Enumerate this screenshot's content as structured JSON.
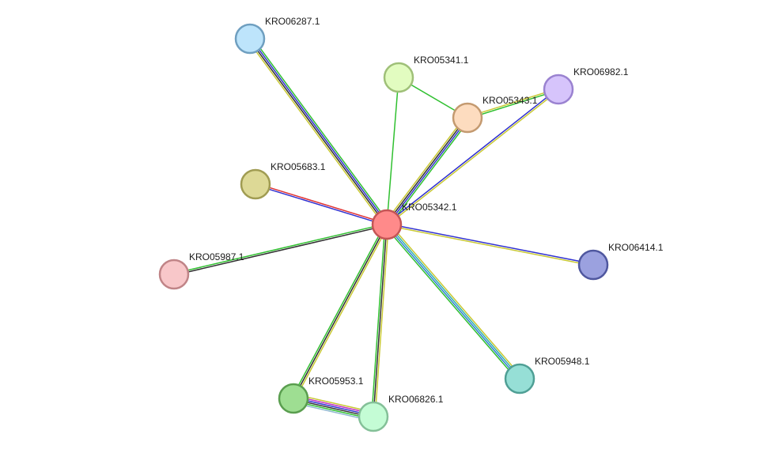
{
  "network": {
    "nodes": [
      {
        "id": "center",
        "label": "KRO05342.1",
        "fill": "#ff8a8a",
        "stroke": "#c45555"
      },
      {
        "id": "n06287",
        "label": "KRO06287.1",
        "fill": "#bde4fb",
        "stroke": "#6f9fc0"
      },
      {
        "id": "n05341",
        "label": "KRO05341.1",
        "fill": "#e2fcc0",
        "stroke": "#9fc078"
      },
      {
        "id": "n06982",
        "label": "KRO06982.1",
        "fill": "#d6c4fb",
        "stroke": "#9a82d0"
      },
      {
        "id": "n05343",
        "label": "KRO05343.1",
        "fill": "#fddcbf",
        "stroke": "#c49a70"
      },
      {
        "id": "n05683",
        "label": "KRO05683.1",
        "fill": "#ddd996",
        "stroke": "#a09c52"
      },
      {
        "id": "n05987",
        "label": "KRO05987.1",
        "fill": "#f8c7c9",
        "stroke": "#c08487"
      },
      {
        "id": "n06414",
        "label": "KRO06414.1",
        "fill": "#9ba1df",
        "stroke": "#4f579f"
      },
      {
        "id": "n05948",
        "label": "KRO05948.1",
        "fill": "#96dfd6",
        "stroke": "#4f9f95"
      },
      {
        "id": "n05953",
        "label": "KRO05953.1",
        "fill": "#9ede92",
        "stroke": "#5a9e4f"
      },
      {
        "id": "n06826",
        "label": "KRO06826.1",
        "fill": "#c4fcd5",
        "stroke": "#84c098"
      }
    ],
    "edges": [
      {
        "from": "center",
        "to": "n06287",
        "colors": [
          "#c8c832",
          "#303030",
          "#3030d0",
          "#30c030"
        ]
      },
      {
        "from": "center",
        "to": "n05341",
        "colors": [
          "#30c030"
        ]
      },
      {
        "from": "n05341",
        "to": "n05343",
        "colors": [
          "#30c030"
        ]
      },
      {
        "from": "center",
        "to": "n05343",
        "colors": [
          "#c8c832",
          "#303030",
          "#3030d0",
          "#30c030"
        ]
      },
      {
        "from": "center",
        "to": "n06982",
        "colors": [
          "#3030d0",
          "#c8c832"
        ]
      },
      {
        "from": "n05343",
        "to": "n06982",
        "colors": [
          "#c8c832",
          "#30c030"
        ]
      },
      {
        "from": "center",
        "to": "n05683",
        "colors": [
          "#3030d0",
          "#e03030"
        ]
      },
      {
        "from": "center",
        "to": "n05987",
        "colors": [
          "#303030",
          "#30c030"
        ]
      },
      {
        "from": "center",
        "to": "n06414",
        "colors": [
          "#3030d0",
          "#c8c832"
        ]
      },
      {
        "from": "center",
        "to": "n05948",
        "colors": [
          "#c8c832",
          "#30b0b0",
          "#3080d0",
          "#30c030"
        ]
      },
      {
        "from": "center",
        "to": "n05953",
        "colors": [
          "#c8c832",
          "#303030",
          "#30c030"
        ]
      },
      {
        "from": "center",
        "to": "n06826",
        "colors": [
          "#c8c832",
          "#303030",
          "#30c030"
        ]
      },
      {
        "from": "n05953",
        "to": "n06826",
        "colors": [
          "#c8c832",
          "#c030c0",
          "#3030d0",
          "#303030",
          "#30c030",
          "#8fb8d0"
        ]
      }
    ]
  }
}
